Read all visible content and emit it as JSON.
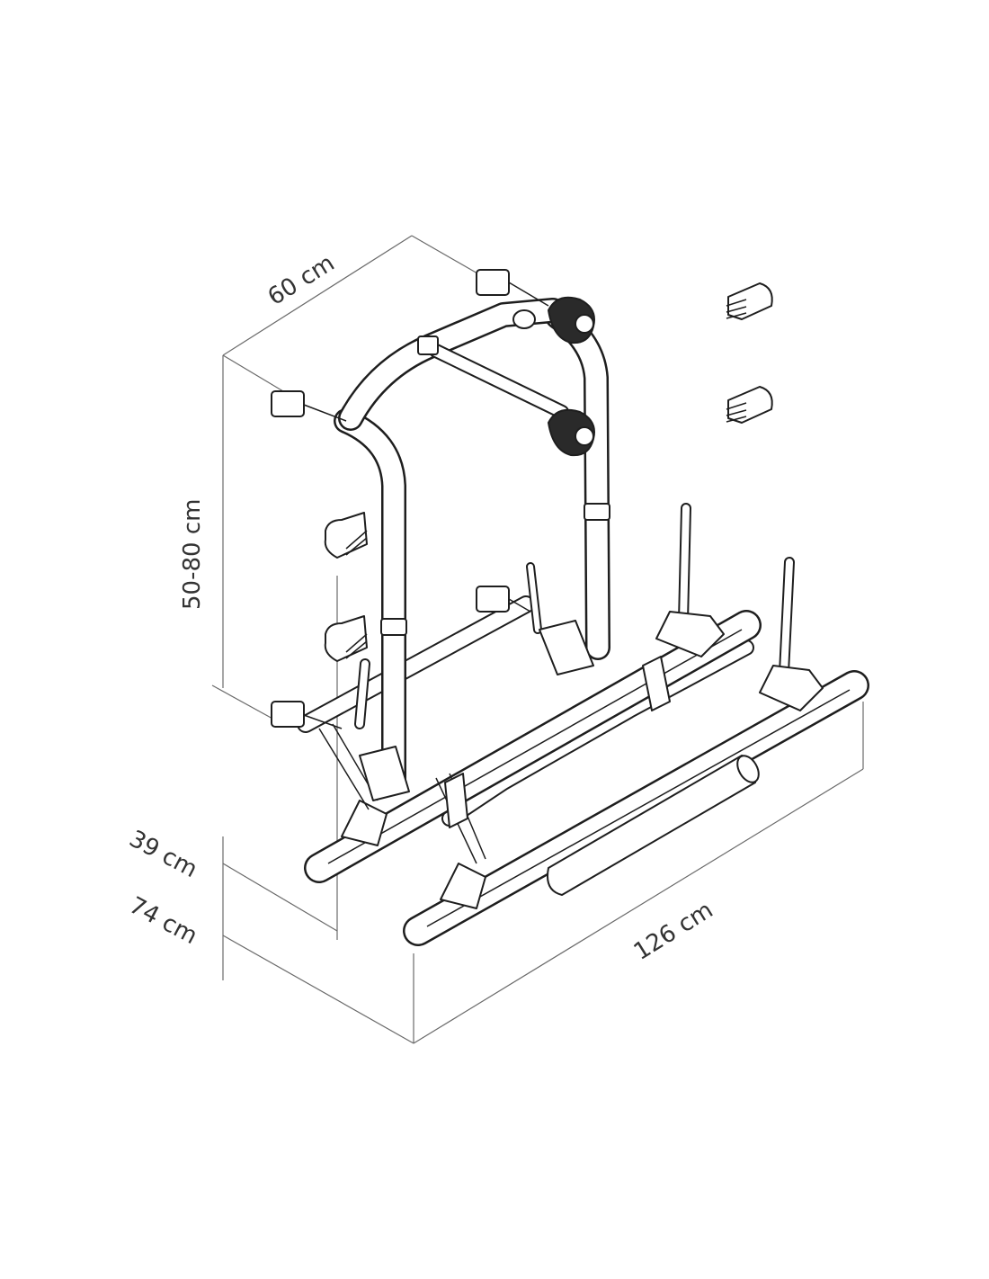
{
  "diagram": {
    "subject": "bike-carrier",
    "dimensions": {
      "depth": "60 cm",
      "height_range": "50-80 cm",
      "lower_offset": "39 cm",
      "lower_height": "74 cm",
      "width": "126 cm"
    }
  }
}
